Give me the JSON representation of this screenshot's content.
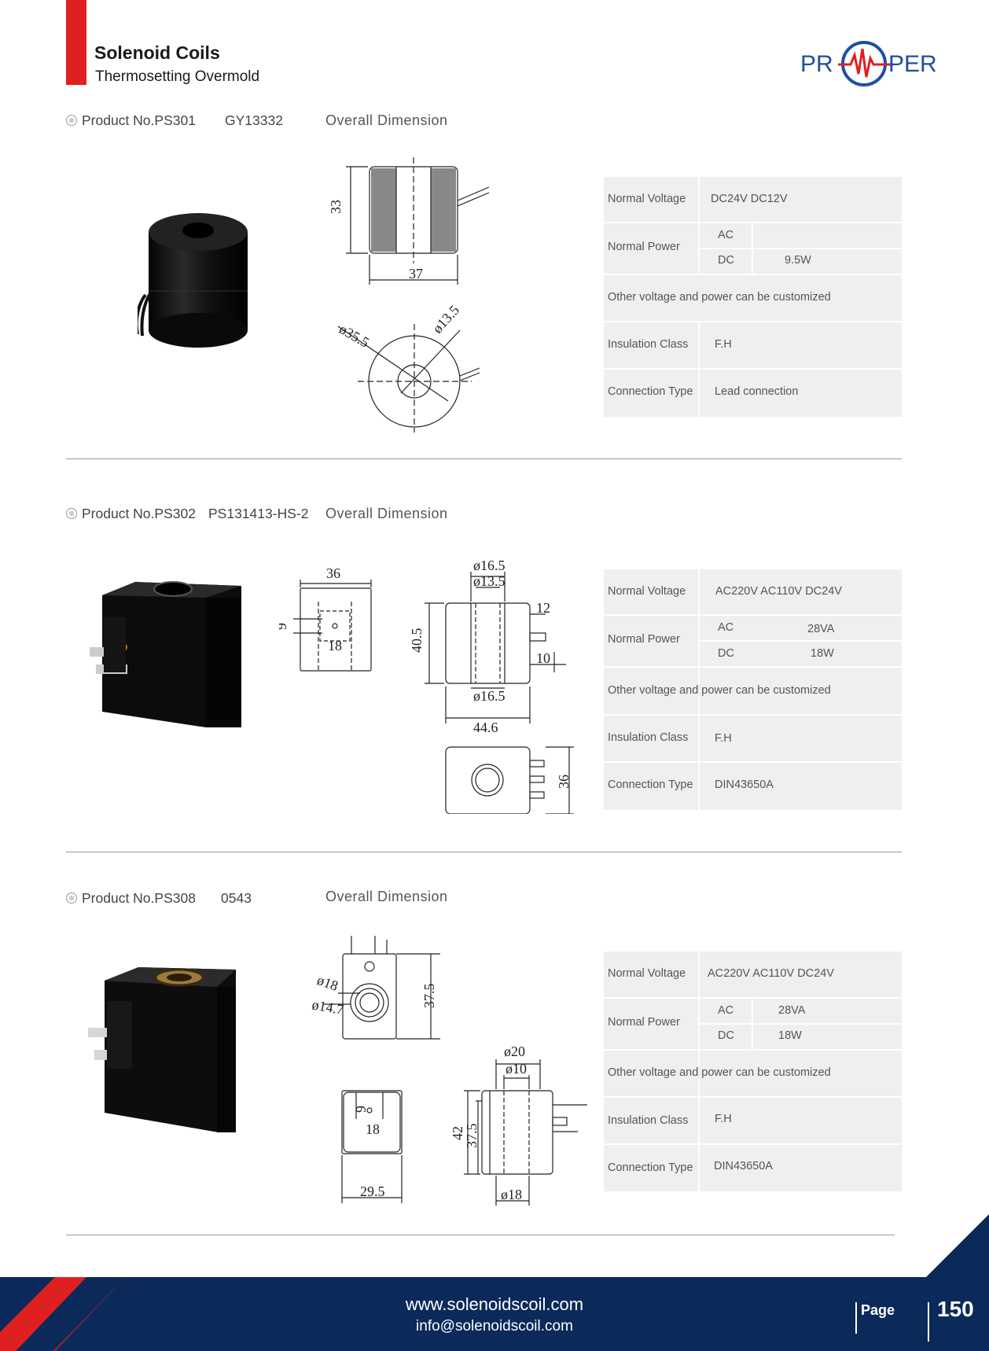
{
  "header": {
    "title": "Solenoid Coils",
    "subtitle": "Thermosetting Overmold",
    "logo_text_left": "PR",
    "logo_text_right": "PER"
  },
  "colors": {
    "accent_red": "#e02020",
    "brand_blue": "#0b2a5a",
    "logo_blue": "#1e4fa0"
  },
  "products": [
    {
      "product_no": "Product No.PS301",
      "code": "GY13332",
      "dim_title": "Overall Dimension",
      "dims": {
        "height": "33",
        "width": "37",
        "outer_dia": "ø35.5",
        "inner_dia": "ø13.5"
      },
      "spec": {
        "voltage_label": "Normal Voltage",
        "voltage_value": "DC24V    DC12V",
        "power_label": "Normal Power",
        "ac_label": "AC",
        "ac_value": "",
        "dc_label": "DC",
        "dc_value": "9.5W",
        "custom_note": "Other voltage and power can be customized",
        "insulation_label": "Insulation Class",
        "insulation_value": "F.H",
        "connection_label": "Connection Type",
        "connection_value": "Lead connection"
      }
    },
    {
      "product_no": "Product No.PS302",
      "code": "PS131413-HS-2",
      "dim_title": "Overall Dimension",
      "dims": {
        "top_w": "36",
        "side_9": "9",
        "pin_18": "18",
        "outer_165": "ø16.5",
        "inner_135": "ø13.5",
        "h_405": "40.5",
        "w_446": "44.6",
        "bot_165": "ø16.5",
        "d_12": "12",
        "d_10": "10",
        "d_36": "36"
      },
      "spec": {
        "voltage_label": "Normal Voltage",
        "voltage_value": "AC220V  AC110V  DC24V",
        "power_label": "Normal Power",
        "ac_label": "AC",
        "ac_value": "28VA",
        "dc_label": "DC",
        "dc_value": "18W",
        "custom_note": "Other voltage and power can be customized",
        "insulation_label": "Insulation Class",
        "insulation_value": "F.H",
        "connection_label": "Connection Type",
        "connection_value": "DIN43650A"
      }
    },
    {
      "product_no": "Product No.PS308",
      "code": "0543",
      "dim_title": "Overall Dimension",
      "dims": {
        "d18": "ø18",
        "d147": "ø14.7",
        "h375": "37.5",
        "d20": "ø20",
        "d10": "ø10",
        "h42": "42",
        "h375b": "37.5",
        "pin9": "9",
        "pin18": "18",
        "w295": "29.5",
        "bot18": "ø18"
      },
      "spec": {
        "voltage_label": "Normal Voltage",
        "voltage_value": "AC220V  AC110V  DC24V",
        "power_label": "Normal Power",
        "ac_label": "AC",
        "ac_value": "28VA",
        "dc_label": "DC",
        "dc_value": "18W",
        "custom_note": "Other voltage and power can be customized",
        "insulation_label": "Insulation Class",
        "insulation_value": "F.H",
        "connection_label": "Connection Type",
        "connection_value": "DIN43650A"
      }
    }
  ],
  "footer": {
    "website": "www.solenoidscoil.com",
    "email": "info@solenoidscoil.com",
    "page_label": "Page",
    "page_number": "150"
  }
}
